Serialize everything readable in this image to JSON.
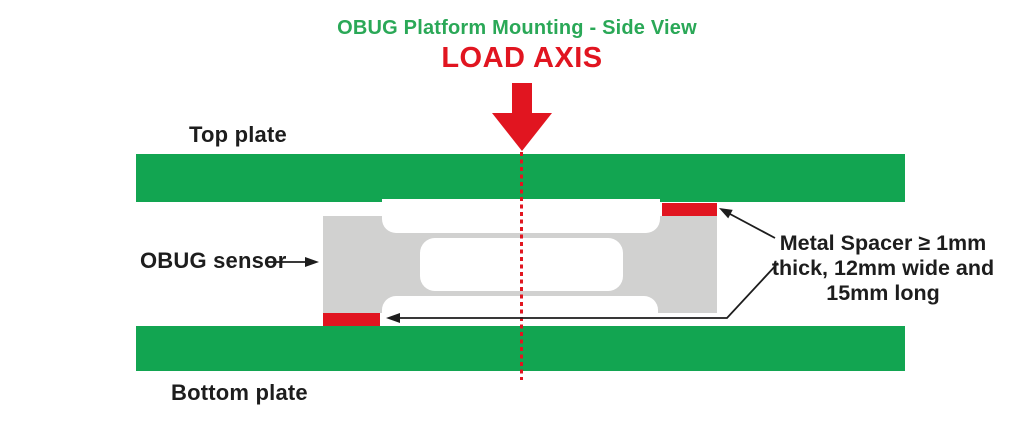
{
  "title": {
    "text": "OBUG Platform Mounting - Side View"
  },
  "load_axis": {
    "text": "LOAD AXIS"
  },
  "labels": {
    "top_plate": "Top plate",
    "obug_sensor": "OBUG sensor",
    "bottom_plate": "Bottom plate"
  },
  "spacer_note": {
    "line1": "Metal Spacer ≥ 1mm",
    "line2": "thick, 12mm wide and",
    "line3": "15mm long"
  },
  "colors": {
    "plate_green": "#12a551",
    "title_green": "#2aa857",
    "load_red": "#e11520",
    "spacer_red": "#e11520",
    "sensor_gray": "#d1d1d0",
    "line_black": "#1d1d1d",
    "text_black": "#1d1d1d"
  }
}
